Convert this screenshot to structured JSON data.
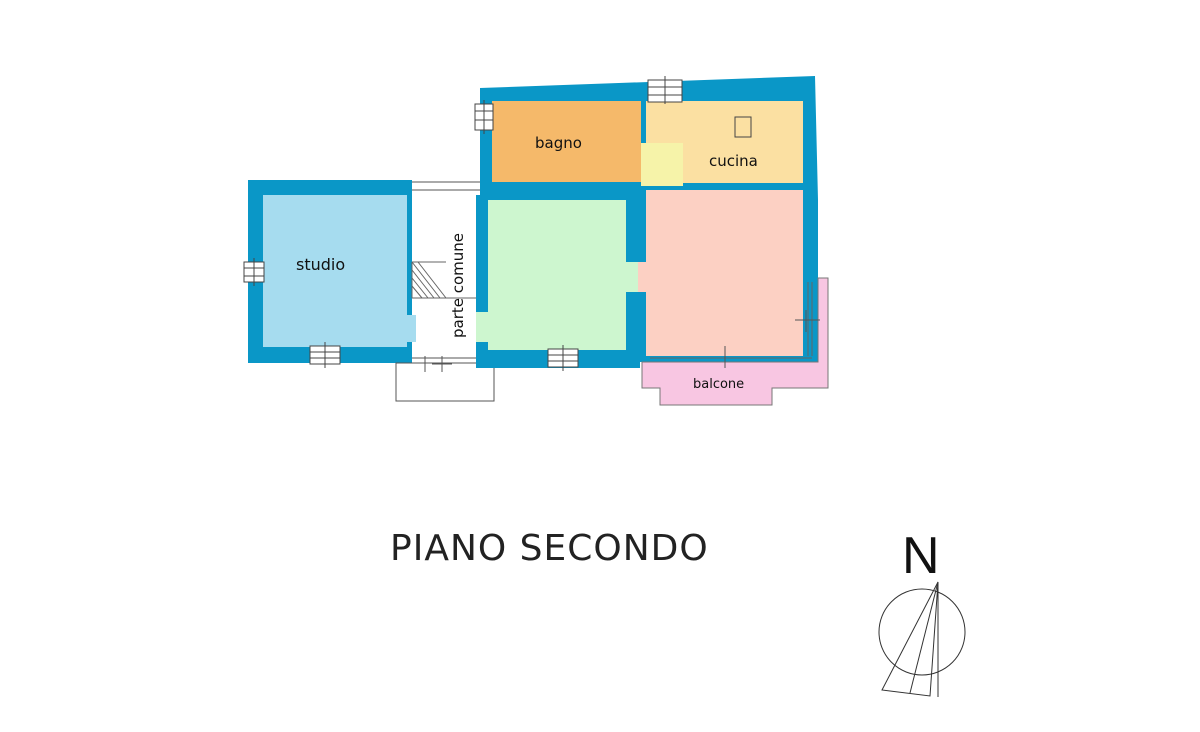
{
  "plan": {
    "title": "PIANO SECONDO",
    "north_label": "N",
    "rooms": {
      "studio": "studio",
      "stair": "parte comune",
      "bathroom": "bagno",
      "kitchen": "cucina",
      "balcony": "balcone"
    }
  },
  "colors": {
    "wall": "#0a97c7",
    "studio": "#a6dcef",
    "bathroom": "#f5b96a",
    "kitchen": "#fbe0a2",
    "passage": "#f6f3a9",
    "green_room": "#cdf6cf",
    "salmon_room": "#fcd0c3",
    "balcony": "#f8c6e2"
  }
}
